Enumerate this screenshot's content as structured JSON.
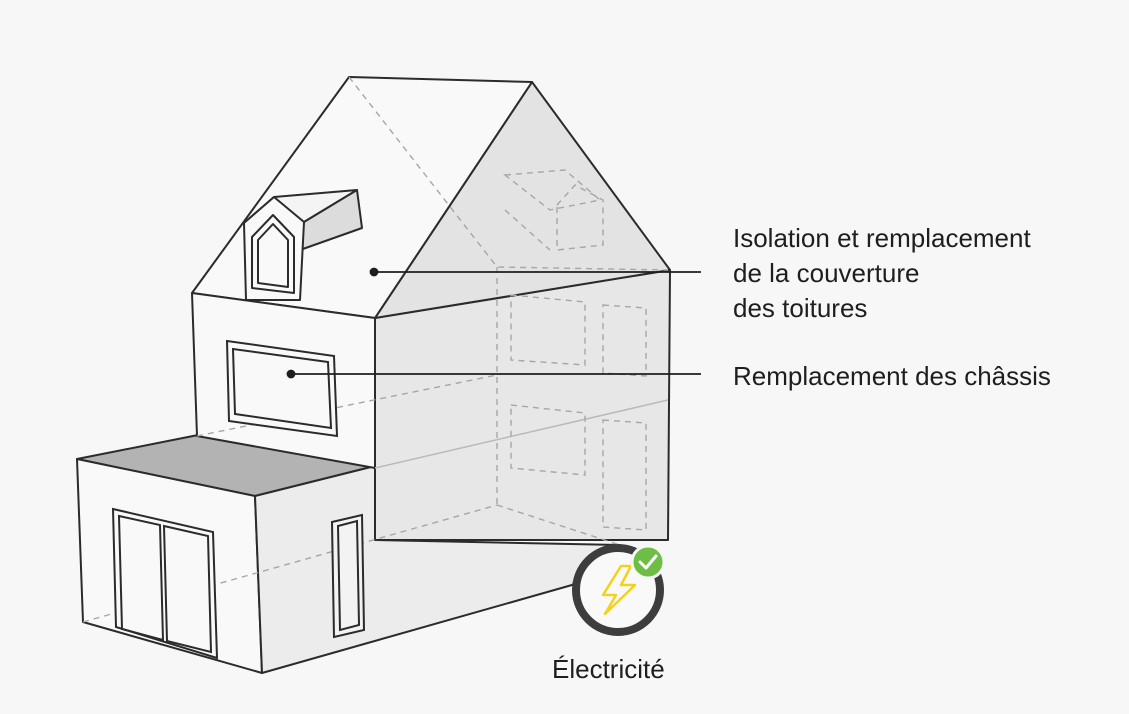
{
  "annotations": {
    "roof": {
      "lines": [
        "Isolation et remplacement",
        "de la couverture",
        "des toitures"
      ]
    },
    "windows": {
      "text": "Remplacement des châssis"
    },
    "electricity": {
      "text": "Électricité",
      "icon": "lightning-bolt-icon",
      "status_icon": "check-badge-icon"
    }
  },
  "colors": {
    "background": "#f7f7f7",
    "outline": "#2b2b2b",
    "wall_front": "#f9f9f9",
    "wall_side": "#e6e6e6",
    "flat_roof": "#b3b3b3",
    "hidden_lines": "#a6a6a6",
    "bolt": "#f2d21b",
    "check_badge": "#6ebe45",
    "ring": "#3d3d3d"
  }
}
